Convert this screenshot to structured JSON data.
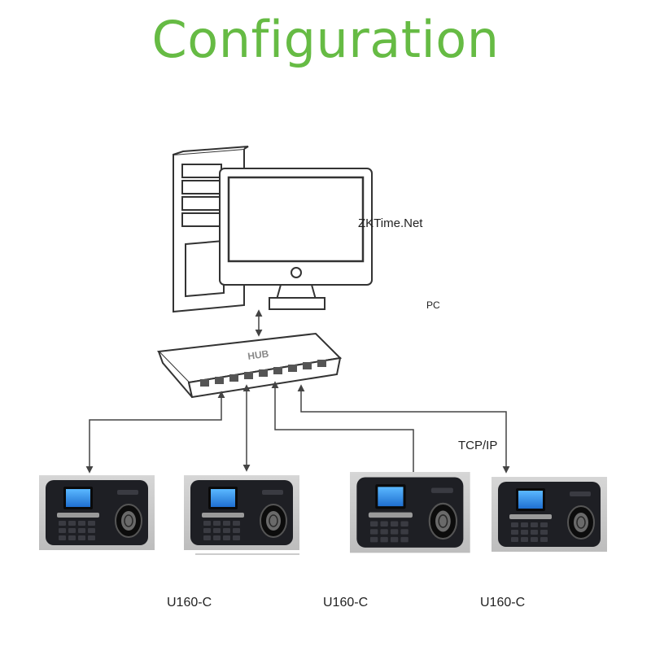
{
  "title": "Configuration",
  "software_label": "ZKTime.Net",
  "pc_label": "PC",
  "hub_label": "HUB",
  "protocol_label": "TCP/IP",
  "devices": [
    {
      "label": "U160-C"
    },
    {
      "label": "U160-C"
    },
    {
      "label": "U160-C"
    }
  ],
  "colors": {
    "title": "#66bb44",
    "line": "#444444",
    "device_body": "#1e1f24",
    "device_screen": "#1f8fe6"
  },
  "icons": [
    "pc-tower-icon",
    "monitor-icon",
    "hub-icon",
    "fingerprint-terminal-icon"
  ]
}
